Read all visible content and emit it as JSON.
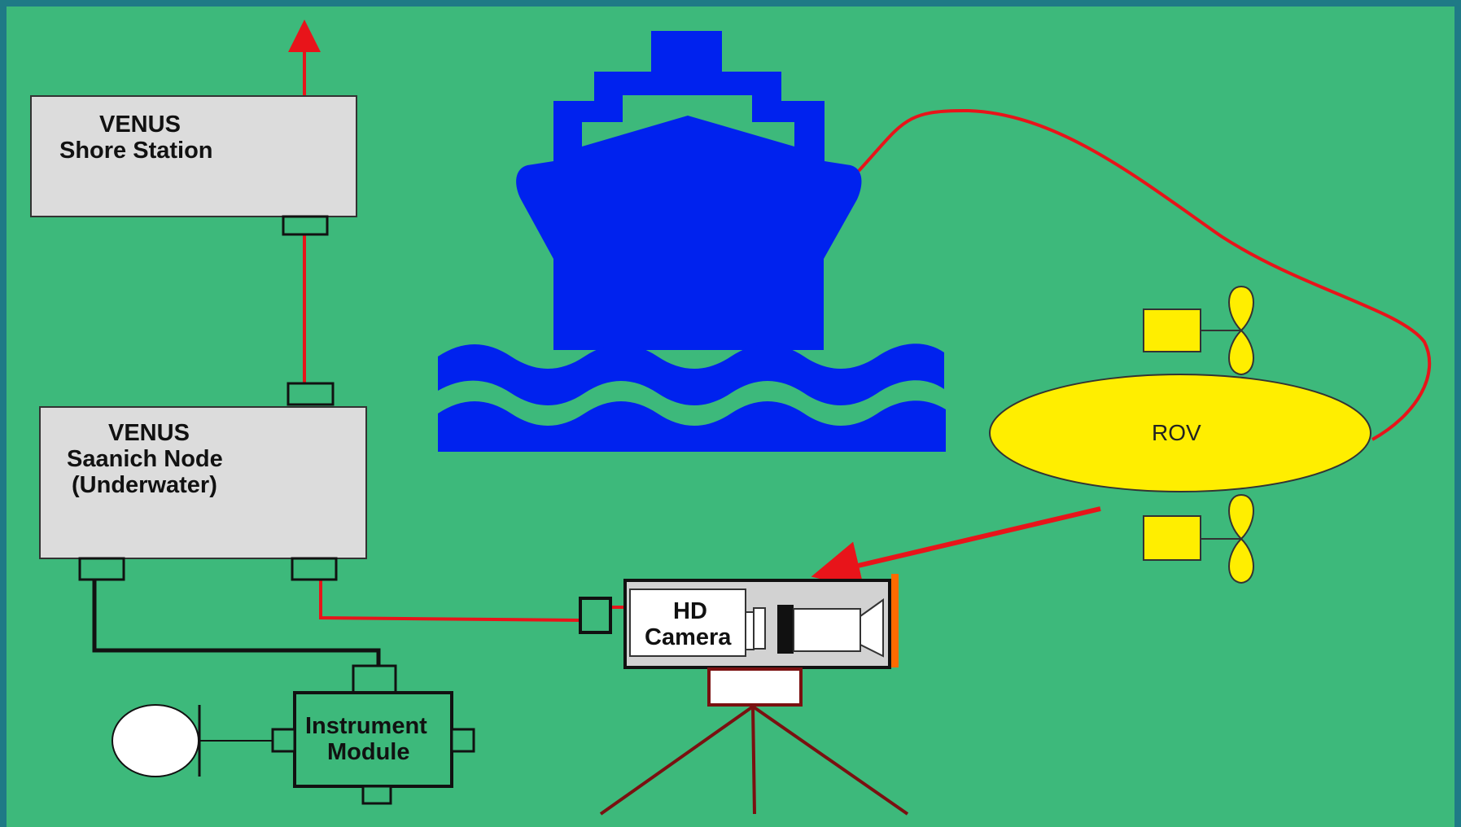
{
  "colors": {
    "background": "#3db97b",
    "frame": "#1f7a86",
    "box_fill": "#dcdcdc",
    "cable_red": "#e8141a",
    "cable_black": "#111111",
    "ship_blue": "#0022ee",
    "rov_yellow": "#ffee00",
    "tripod": "#7a1010",
    "camera_lens_accent": "#ff6a00"
  },
  "nodes": {
    "shore_station": {
      "line1": "VENUS",
      "line2": "Shore Station"
    },
    "saanich_node": {
      "line1": "VENUS",
      "line2": "Saanich Node",
      "line3": "(Underwater)"
    },
    "instrument_module": {
      "line1": "Instrument",
      "line2": "Module"
    },
    "hd_camera": {
      "line1": "HD",
      "line2": "Camera"
    },
    "rov": {
      "label": "ROV"
    }
  },
  "icons": {
    "ship": "ship-icon",
    "waves": "waves-icon",
    "propeller": "propeller-icon",
    "sensor": "sensor-icon",
    "tripod": "tripod-icon"
  }
}
